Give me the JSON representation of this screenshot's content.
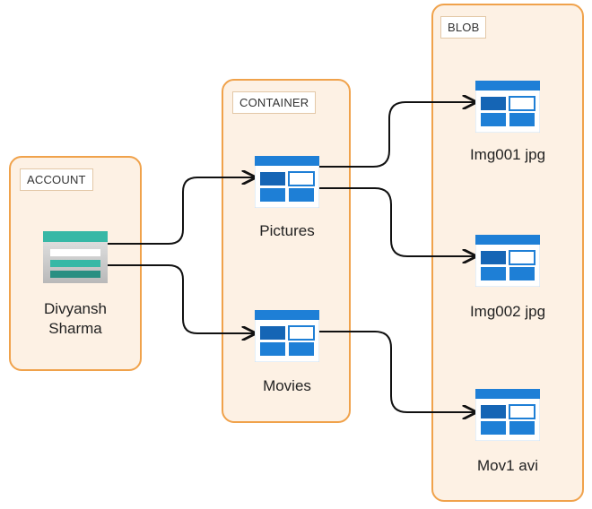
{
  "groups": {
    "account": "ACCOUNT",
    "container": "CONTAINER",
    "blob": "BLOB"
  },
  "account": {
    "name_line1": "Divyansh",
    "name_line2": "Sharma"
  },
  "containers": [
    {
      "name": "Pictures"
    },
    {
      "name": "Movies"
    }
  ],
  "blobs": [
    {
      "name": "Img001 jpg"
    },
    {
      "name": "Img002 jpg"
    },
    {
      "name": "Mov1 avi"
    }
  ],
  "colors": {
    "group_border": "#f0a24b",
    "group_fill": "#fdf1e4",
    "container_icon": "#1e7fd6",
    "account_icon": "#37b8a6"
  }
}
